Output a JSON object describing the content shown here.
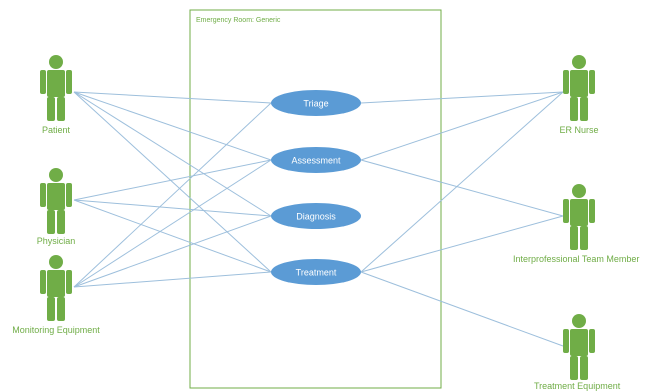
{
  "diagram": {
    "boundary": {
      "title": "Emergency Room: Generic"
    },
    "colors": {
      "actor": "#70ad47",
      "usecase_fill": "#5b9bd5",
      "line": "#9dbfdc",
      "boundary": "#70ad47"
    },
    "actors": [
      {
        "id": "patient",
        "label": "Patient"
      },
      {
        "id": "physician",
        "label": "Physician"
      },
      {
        "id": "monitoring",
        "label": "Monitoring Equipment"
      },
      {
        "id": "ernurse",
        "label": "ER Nurse"
      },
      {
        "id": "interprof",
        "label": "Interprofessional Team Member"
      },
      {
        "id": "treatequip",
        "label": "Treatment Equipment"
      }
    ],
    "usecases": [
      {
        "id": "triage",
        "label": "Triage"
      },
      {
        "id": "assessment",
        "label": "Assessment"
      },
      {
        "id": "diagnosis",
        "label": "Diagnosis"
      },
      {
        "id": "treatment",
        "label": "Treatment"
      }
    ],
    "associations": [
      [
        "patient",
        "triage"
      ],
      [
        "patient",
        "assessment"
      ],
      [
        "patient",
        "diagnosis"
      ],
      [
        "patient",
        "treatment"
      ],
      [
        "physician",
        "assessment"
      ],
      [
        "physician",
        "diagnosis"
      ],
      [
        "physician",
        "treatment"
      ],
      [
        "monitoring",
        "triage"
      ],
      [
        "monitoring",
        "assessment"
      ],
      [
        "monitoring",
        "diagnosis"
      ],
      [
        "monitoring",
        "treatment"
      ],
      [
        "ernurse",
        "triage"
      ],
      [
        "ernurse",
        "assessment"
      ],
      [
        "ernurse",
        "treatment"
      ],
      [
        "interprof",
        "assessment"
      ],
      [
        "interprof",
        "treatment"
      ],
      [
        "treatequip",
        "treatment"
      ]
    ]
  }
}
